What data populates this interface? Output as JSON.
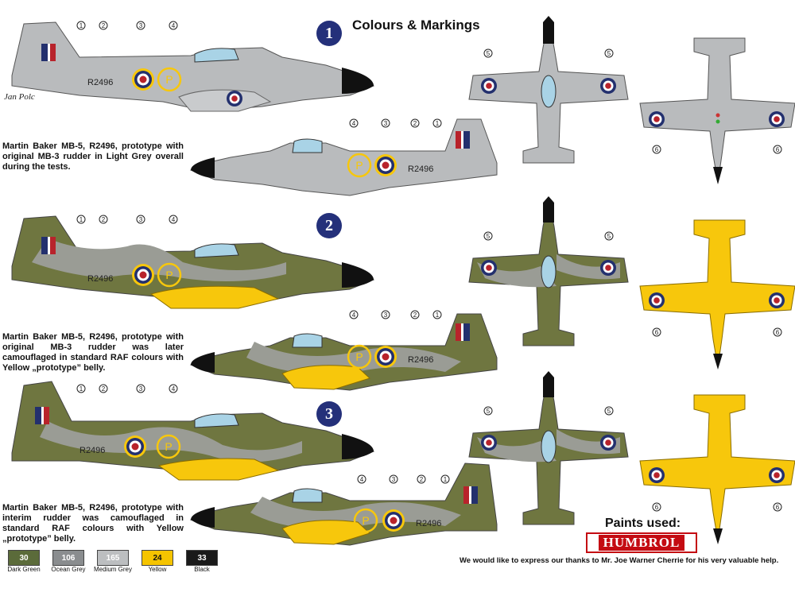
{
  "header": {
    "title": "Colours & Markings"
  },
  "schemes": [
    {
      "number": "1",
      "description": "Martin Baker MB-5, R2496, prototype with original MB-3 rudder in Light Grey overall during the tests."
    },
    {
      "number": "2",
      "description": "Martin Baker MB-5, R2496, prototype with original MB-3 rudder was later camouflaged in standard RAF colours with Yellow „prototype” belly."
    },
    {
      "number": "3",
      "description": "Martin Baker MB-5, R2496, prototype with interim rudder was camouflaged in standard RAF colours with Yellow „prototype” belly."
    }
  ],
  "serial": "R2496",
  "code_letter": "P",
  "callouts": [
    "1",
    "2",
    "3",
    "4",
    "5",
    "6"
  ],
  "signature": "Jan Polc",
  "paints": {
    "heading": "Paints used:",
    "brand": "HUMBROL",
    "swatches": [
      {
        "code": "30",
        "name": "Dark Green",
        "color": "#5b6b3a"
      },
      {
        "code": "106",
        "name": "Ocean Grey",
        "color": "#8a8d8f"
      },
      {
        "code": "165",
        "name": "Medium Grey",
        "color": "#bcbec0"
      },
      {
        "code": "24",
        "name": "Yellow",
        "color": "#f5c400"
      },
      {
        "code": "33",
        "name": "Black",
        "color": "#1a1a1a"
      }
    ]
  },
  "thanks": "We would like to express our thanks to Mr. Joe Warner Cherrie for his very valuable help.",
  "colors": {
    "grey": "#b9bbbd",
    "dark_green": "#6f7640",
    "ocean_grey": "#9a9c95",
    "yellow": "#f7c70c",
    "roundel_blue": "#23306e",
    "roundel_red": "#b8232b",
    "badge": "#24307a"
  }
}
